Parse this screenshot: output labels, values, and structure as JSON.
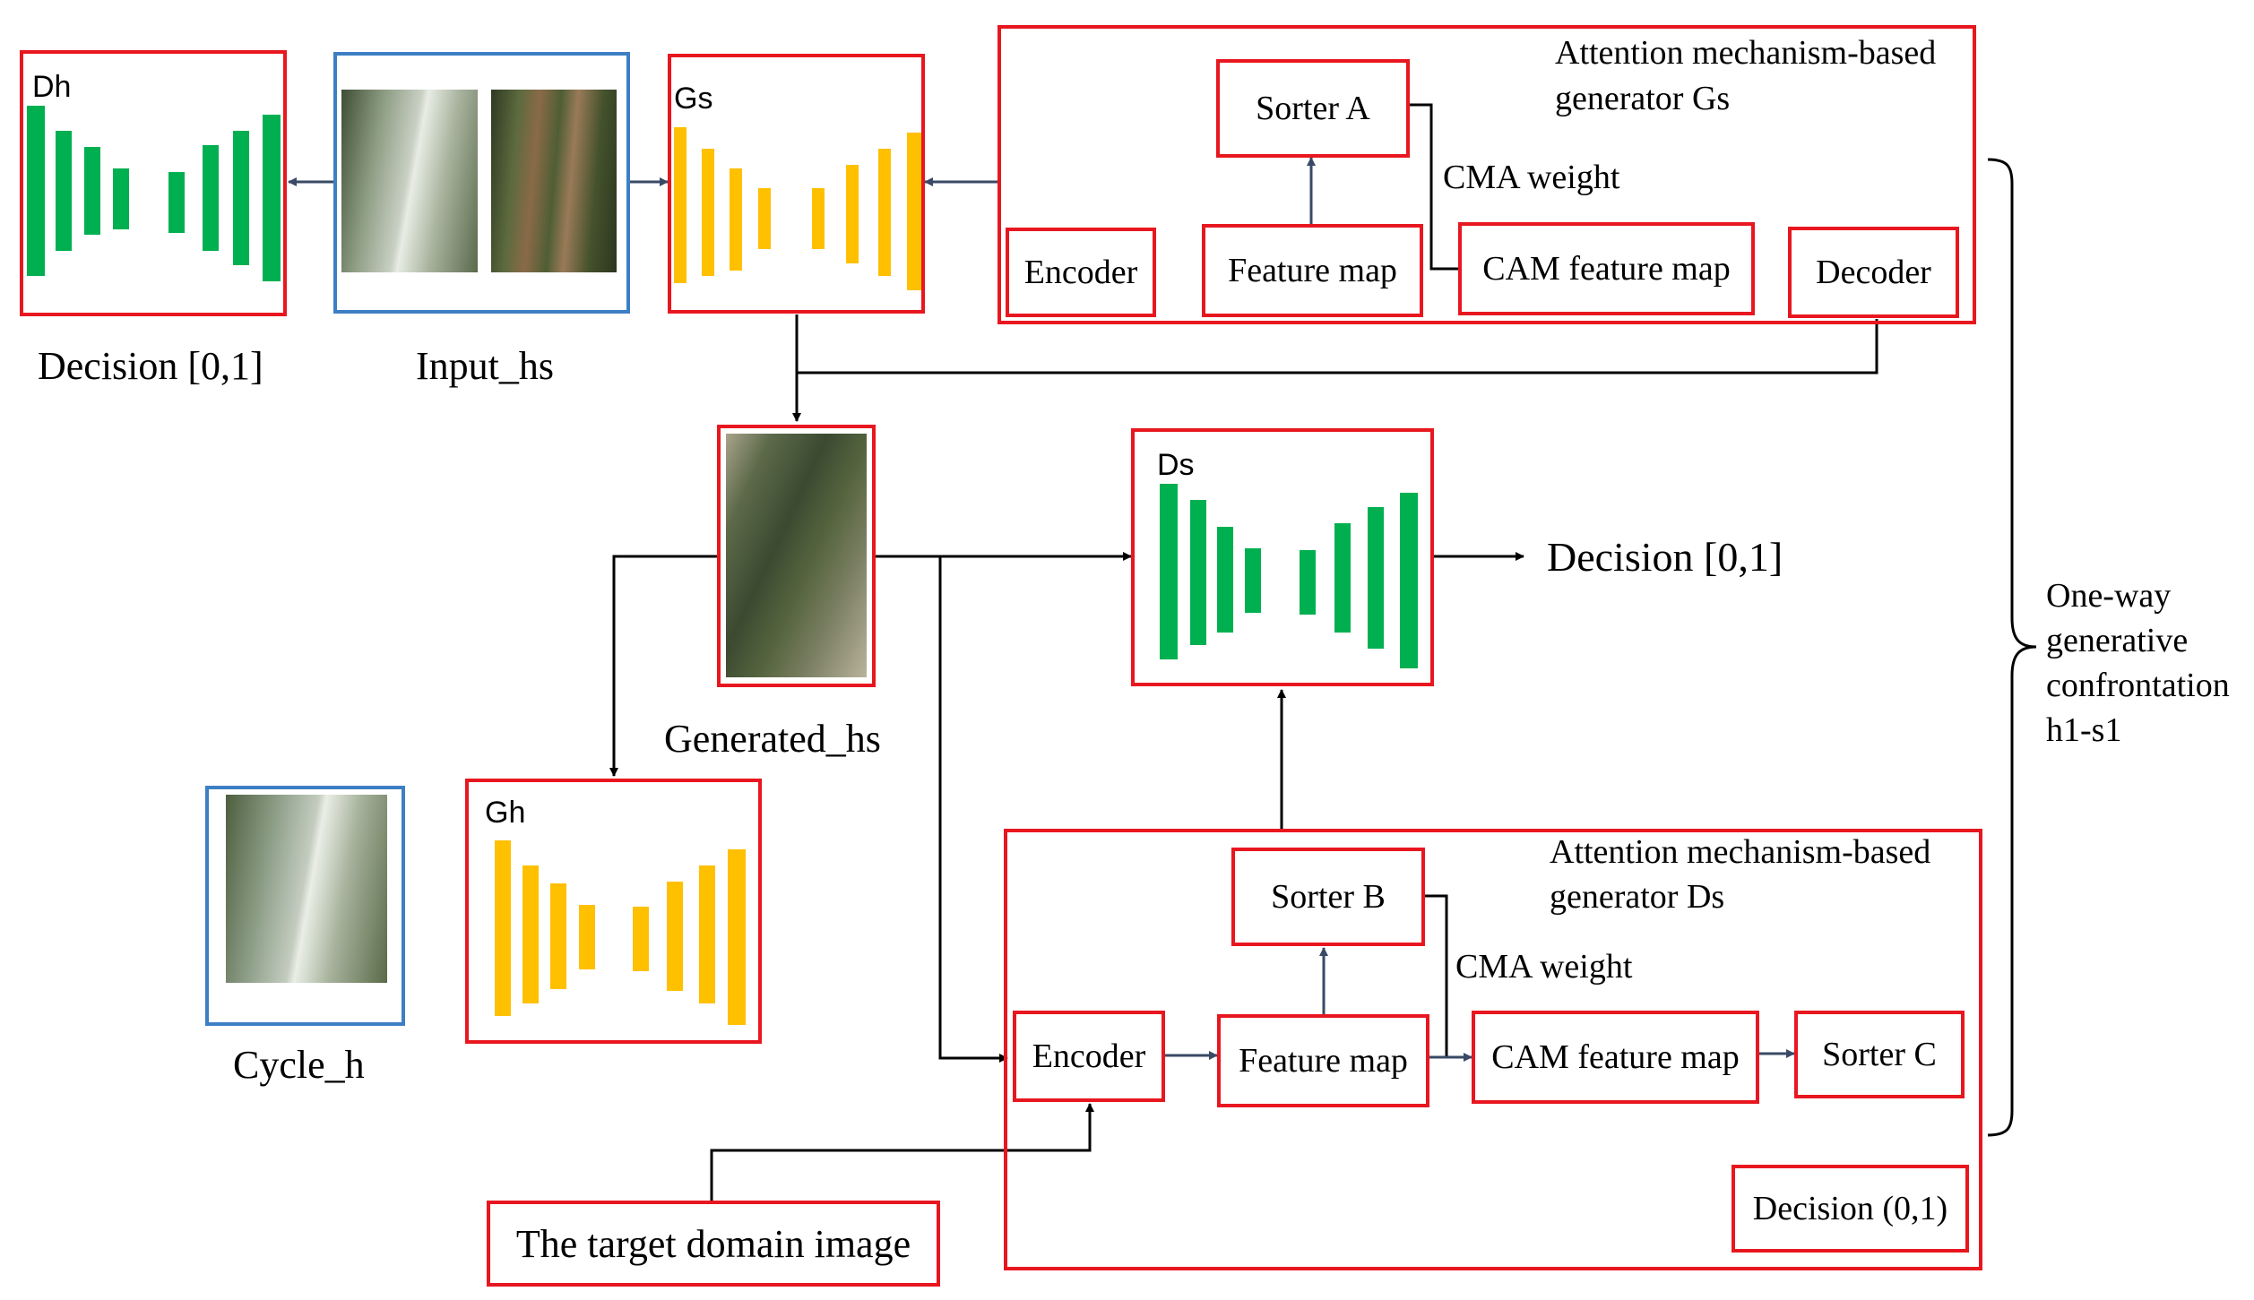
{
  "colors": {
    "box_border": "#e8171f",
    "image_border": "#3d7fc4",
    "discriminator_bar": "#00b050",
    "generator_bar": "#ffc000",
    "arrow": "#3a4a66",
    "line": "#000000"
  },
  "nodes": {
    "dh_label": "Dh",
    "gs_label": "Gs",
    "ds_label": "Ds",
    "gh_label": "Gh",
    "decision_left": "Decision [0,1]",
    "input_hs": "Input_hs",
    "generated_hs": "Generated_hs",
    "cycle_h": "Cycle_h",
    "decision_right": "Decision [0,1]",
    "target_domain_image": "The target domain image"
  },
  "generator_gs": {
    "title_line1": "Attention mechanism-based",
    "title_line2": "generator Gs",
    "sorter": "Sorter A",
    "cma_weight": "CMA weight",
    "encoder": "Encoder",
    "feature_map": "Feature map",
    "cam_feature_map": "CAM feature map",
    "decoder": "Decoder"
  },
  "generator_ds": {
    "title_line1": "Attention mechanism-based",
    "title_line2": "generator Ds",
    "sorter_b": "Sorter B",
    "cma_weight": "CMA weight",
    "encoder": "Encoder",
    "feature_map": "Feature map",
    "cam_feature_map": "CAM feature map",
    "sorter_c": "Sorter C",
    "decision": "Decision (0,1)"
  },
  "brace_label": {
    "line1": "One-way",
    "line2": "generative",
    "line3": "confrontation",
    "line4": "h1-s1"
  }
}
